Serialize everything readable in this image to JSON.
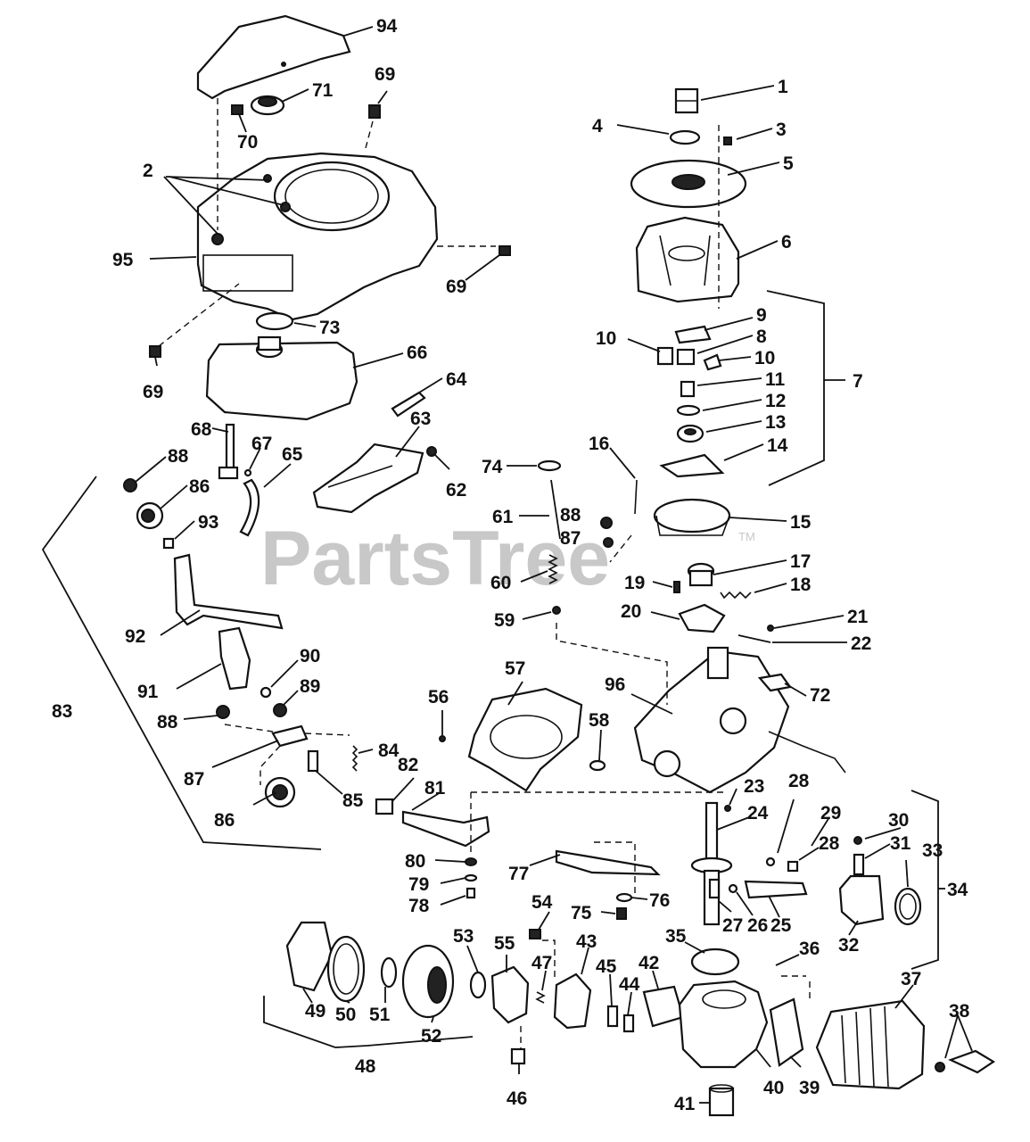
{
  "watermark": {
    "text": "PartsTree",
    "mark": "TM"
  },
  "callouts": [
    "1",
    "4",
    "3",
    "5",
    "6",
    "9",
    "8",
    "10",
    "10",
    "11",
    "12",
    "13",
    "14",
    "7",
    "16",
    "15",
    "74",
    "61",
    "88",
    "87",
    "60",
    "59",
    "17",
    "19",
    "18",
    "20",
    "21",
    "22",
    "94",
    "71",
    "69",
    "70",
    "2",
    "95",
    "69",
    "73",
    "66",
    "69",
    "64",
    "63",
    "62",
    "68",
    "67",
    "65",
    "88",
    "86",
    "93",
    "92",
    "90",
    "91",
    "89",
    "83",
    "88",
    "84",
    "87",
    "85",
    "86",
    "57",
    "56",
    "58",
    "96",
    "72",
    "82",
    "81",
    "80",
    "79",
    "78",
    "77",
    "76",
    "75",
    "54",
    "53",
    "55",
    "47",
    "43",
    "45",
    "44",
    "42",
    "35",
    "36",
    "49",
    "50",
    "51",
    "52",
    "48",
    "46",
    "23",
    "24",
    "28",
    "29",
    "30",
    "28",
    "31",
    "33",
    "34",
    "27",
    "26",
    "25",
    "32",
    "37",
    "38",
    "40",
    "39",
    "41"
  ]
}
